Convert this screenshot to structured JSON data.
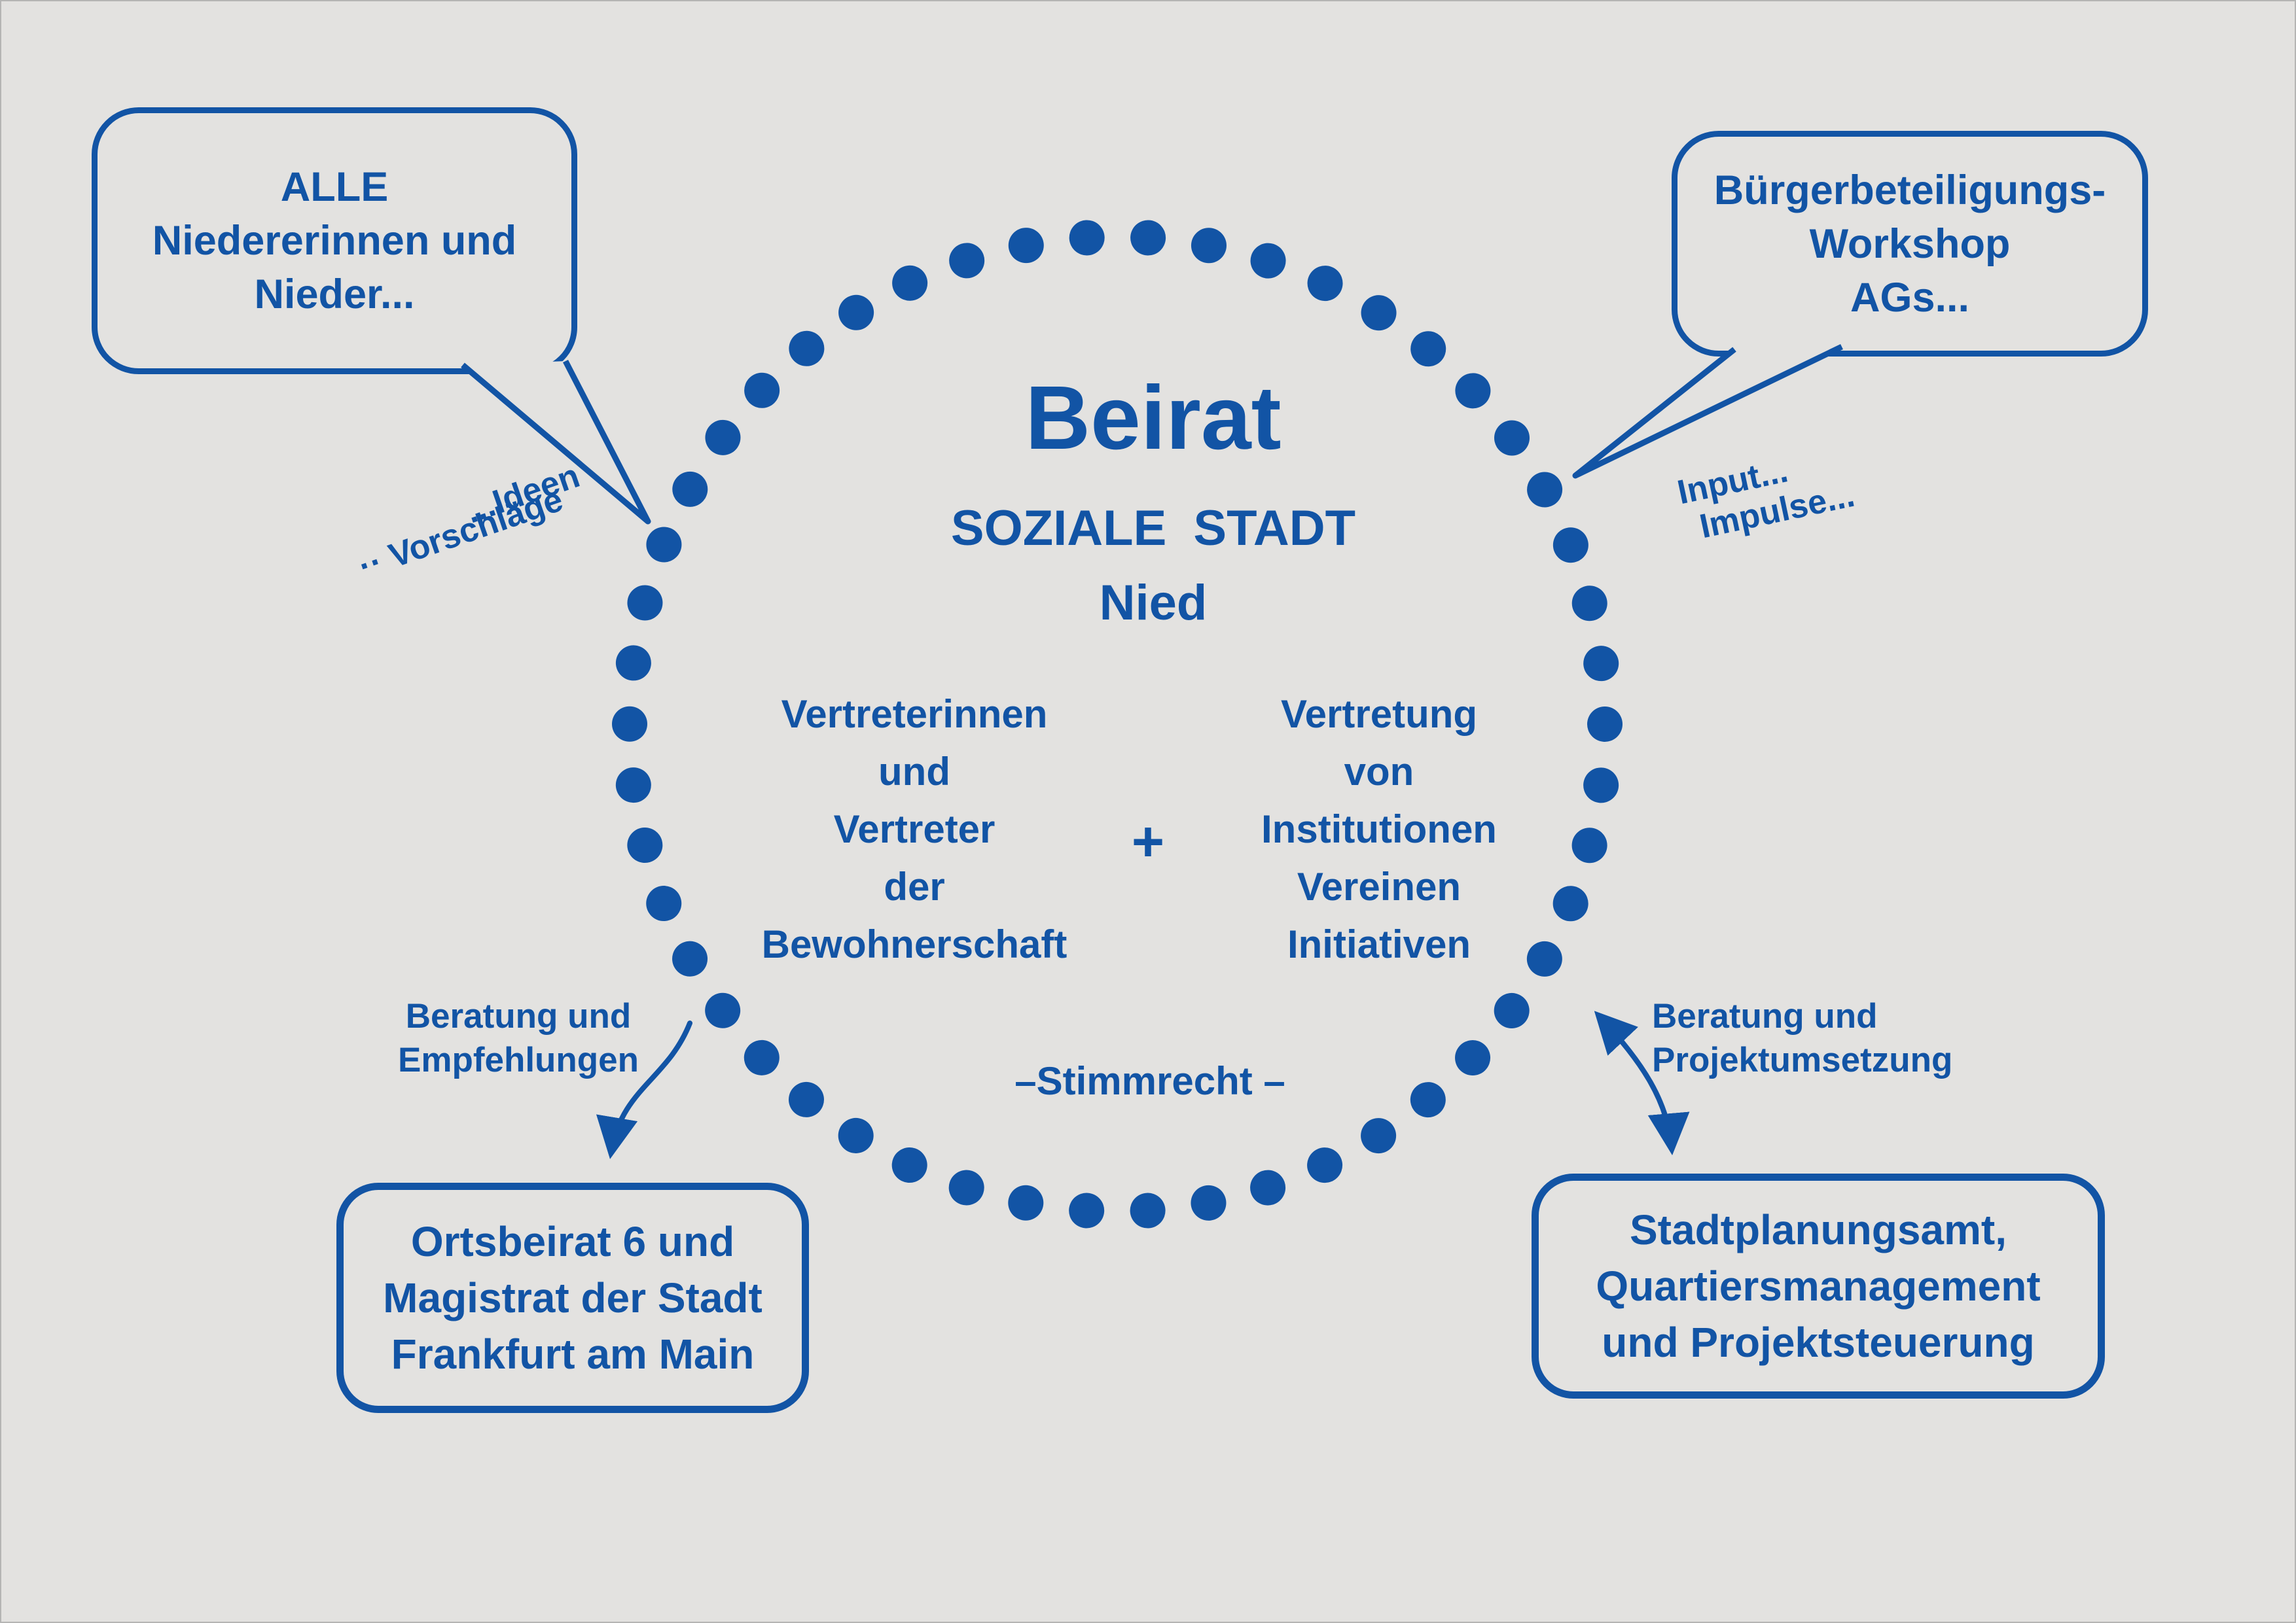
{
  "colors": {
    "blue": "#1254a5",
    "background": "#e3e2e0"
  },
  "center": {
    "title": "Beirat",
    "subtitle1": "SOZIALE STADT",
    "subtitle2": "Nied",
    "left_column": [
      "Vertreterinnen",
      "und",
      "Vertreter",
      "der",
      "Bewohnerschaft"
    ],
    "plus": "+",
    "right_column": [
      "Vertretung",
      "von",
      "Institutionen",
      "Vereinen",
      "Initiativen"
    ],
    "voting": "–Stimmrecht –"
  },
  "bubbles": {
    "top_left": {
      "lines": [
        "ALLE",
        "Niedererinnen und",
        "Nieder..."
      ]
    },
    "top_right": {
      "lines": [
        "Bürgerbeteiligungs-",
        "Workshop",
        "AGs..."
      ]
    }
  },
  "boxes": {
    "bottom_left": {
      "lines": [
        "Ortsbeirat 6 und",
        "Magistrat der Stadt",
        "Frankfurt am Main"
      ]
    },
    "bottom_right": {
      "lines": [
        "Stadtplanungsamt,",
        "Quartiersmanagement",
        "und Projektsteuerung"
      ]
    }
  },
  "labels": {
    "ideen": "...Ideen",
    "vorschlaege": "·· Vorschläge",
    "input": "Input...",
    "impulse": "Impulse...",
    "beratung_left": [
      "Beratung und",
      "Empfehlungen"
    ],
    "beratung_right": [
      "Beratung und",
      "Projektumsetzung"
    ]
  }
}
